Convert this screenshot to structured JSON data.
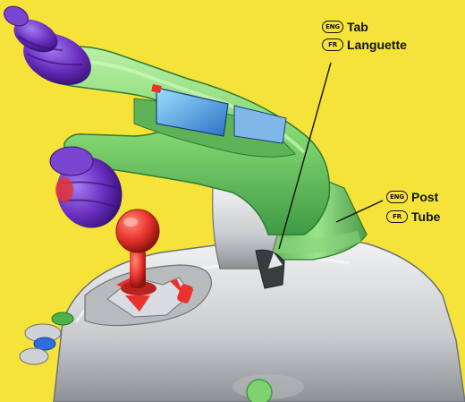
{
  "labels": {
    "tab": {
      "english": {
        "badge": "ENG",
        "text": "Tab"
      },
      "french": {
        "badge": "FR",
        "text": "Languette"
      }
    },
    "post": {
      "english": {
        "badge": "ENG",
        "text": "Post"
      },
      "french": {
        "badge": "FR",
        "text": "Tube"
      }
    }
  },
  "colors": {
    "background": "#f6e33a",
    "handle_green": "#7fd36e",
    "grip_purple": "#6a2fc0",
    "base_gray": "#cfd2d4",
    "joystick_red": "#e8322b",
    "screen_blue": "#3aa7e0"
  }
}
